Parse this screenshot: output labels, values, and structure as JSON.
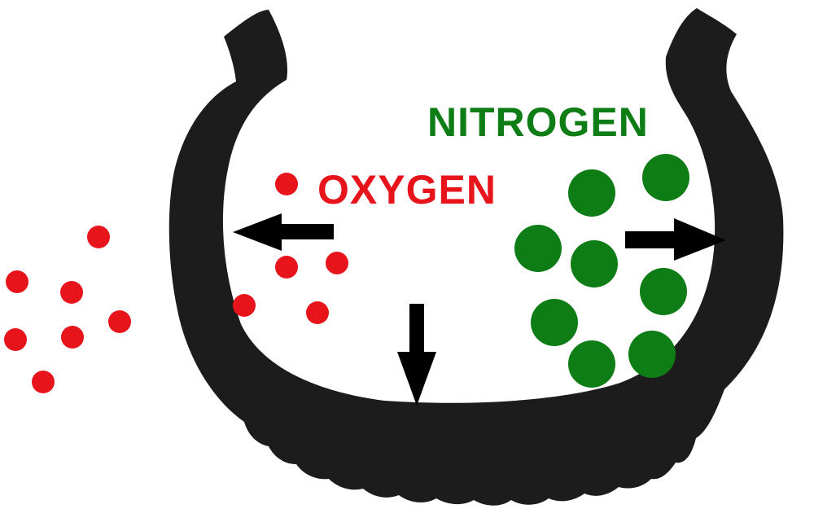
{
  "labels": {
    "oxygen": "OXYGEN",
    "nitrogen": "NITROGEN"
  },
  "colors": {
    "oxygen": "#e8141b",
    "nitrogen": "#0f7d16",
    "tire": "#1c1c1c",
    "arrow": "#000000",
    "background": "#ffffff"
  },
  "legend": [
    {
      "name": "oxygen",
      "molecule_size": "small"
    },
    {
      "name": "nitrogen",
      "molecule_size": "large"
    }
  ]
}
